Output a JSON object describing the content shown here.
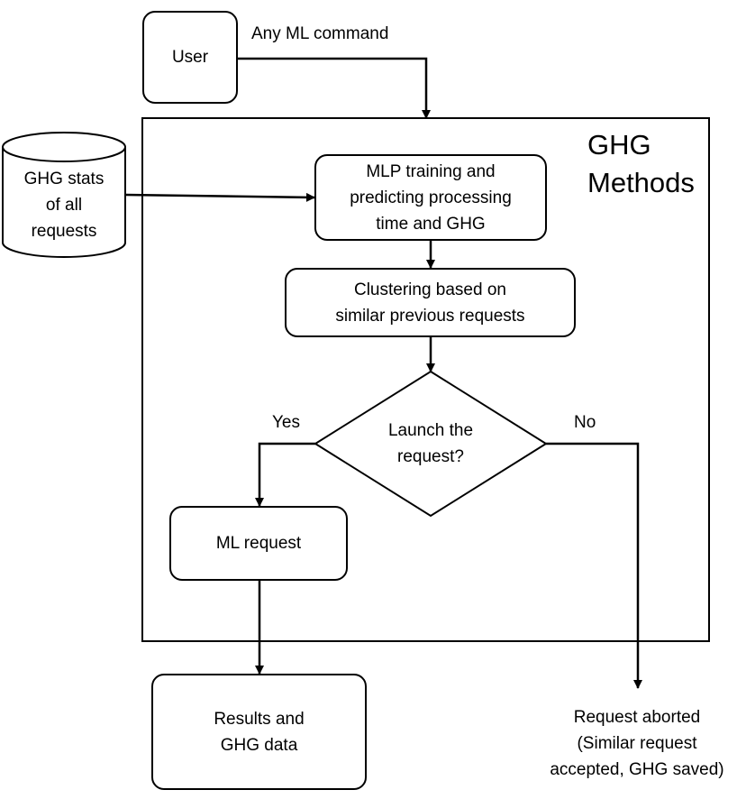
{
  "user": {
    "label": "User"
  },
  "edge_user": {
    "label": "Any ML command"
  },
  "frame": {
    "title_line1": "GHG",
    "title_line2": "Methods"
  },
  "db": {
    "line1": "GHG stats",
    "line2": "of all",
    "line3": "requests"
  },
  "mlp": {
    "line1": "MLP training and",
    "line2": "predicting processing",
    "line3": "time and GHG"
  },
  "cluster": {
    "line1": "Clustering based on",
    "line2": "similar previous requests"
  },
  "decision": {
    "line1": "Launch the",
    "line2": "request?",
    "yes": "Yes",
    "no": "No"
  },
  "ml_request": {
    "label": "ML request"
  },
  "results": {
    "line1": "Results and",
    "line2": "GHG data"
  },
  "aborted": {
    "line1": "Request aborted",
    "line2": "(Similar request",
    "line3": "accepted, GHG saved)"
  }
}
